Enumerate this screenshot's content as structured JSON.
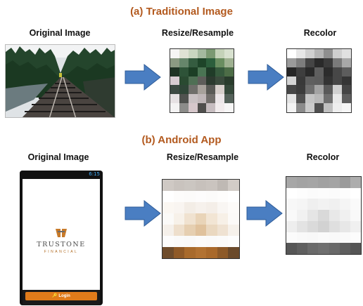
{
  "section_a": {
    "title": "(a) Traditional Image",
    "labels": [
      "Original Image",
      "Resize/Resample",
      "Recolor"
    ]
  },
  "section_b": {
    "title": "(b) Android App",
    "labels": [
      "Original Image",
      "Resize/Resample",
      "Recolor"
    ],
    "phone": {
      "status_time": "6:15",
      "logo_main": "TRUSTONE",
      "logo_sub": "FINANCIAL",
      "login_label": "Login"
    }
  },
  "colors": {
    "title": "#b35a1f",
    "arrow_fill": "#4a7ec2",
    "arrow_stroke": "#2f5c98",
    "button": "#e07b1a"
  },
  "grids": {
    "traditional_resize": [
      [
        "#f6f6f4",
        "#dfe2d4",
        "#c9d6c0",
        "#a4b99f",
        "#7b9972",
        "#c4d2b8",
        "#d8e1cf"
      ],
      [
        "#8b9a82",
        "#66866b",
        "#355c40",
        "#1e4429",
        "#2c5e3c",
        "#6a8d60",
        "#9fb191"
      ],
      [
        "#1f3324",
        "#2e5338",
        "#1c3e25",
        "#4a7453",
        "#203c28",
        "#365a3d",
        "#4d6d47"
      ],
      [
        "#d8ccd2",
        "#2a4a31",
        "#4f6f54",
        "#5e5d5a",
        "#2c3a2f",
        "#3b4b3d",
        "#293c2c"
      ],
      [
        "#3d4a43",
        "#2f4537",
        "#6f6e6a",
        "#a7a19b",
        "#5a5a56",
        "#d7cfcb",
        "#35493a"
      ],
      [
        "#e6e1e3",
        "#50524f",
        "#c9c1c3",
        "#bfb6b8",
        "#736f6c",
        "#ece6e8",
        "#55625a"
      ],
      [
        "#f4f3f3",
        "#8c8c8a",
        "#d6c7cb",
        "#504f4d",
        "#c7bdc0",
        "#f2eced",
        "#f7f6f6"
      ]
    ],
    "traditional_recolor": [
      [
        "#ffffff",
        "#e7e7e7",
        "#d0d0d0",
        "#b5b5b5",
        "#8f8f8f",
        "#cfcfcf",
        "#e1e1e1"
      ],
      [
        "#9a9a9a",
        "#7d7d7d",
        "#454545",
        "#2a2a2a",
        "#3b3b3b",
        "#7a7a7a",
        "#a8a8a8"
      ],
      [
        "#262626",
        "#3e3e3e",
        "#2a2a2a",
        "#5f5f5f",
        "#2c2c2c",
        "#474747",
        "#5d5d5d"
      ],
      [
        "#d4d4d4",
        "#393939",
        "#5f5f5f",
        "#5d5d5d",
        "#333333",
        "#474747",
        "#353535"
      ],
      [
        "#464646",
        "#3b3b3b",
        "#6e6e6e",
        "#a3a3a3",
        "#595959",
        "#d0d0d0",
        "#454545"
      ],
      [
        "#e4e4e4",
        "#505050",
        "#c4c4c4",
        "#b9b9b9",
        "#6f6f6f",
        "#e8e8e8",
        "#5e5e5e"
      ],
      [
        "#f3f3f3",
        "#8b8b8b",
        "#cbcbcb",
        "#4f4f4f",
        "#c0c0c0",
        "#eeeeee",
        "#f6f6f6"
      ]
    ],
    "android_resize": [
      [
        "#cfc9c4",
        "#c9c3be",
        "#cbc6c1",
        "#c7c1bc",
        "#cac4bf",
        "#bfb9b4",
        "#d2ccc7"
      ],
      [
        "#ffffff",
        "#fdfcfb",
        "#fcfbfa",
        "#fdfcfc",
        "#fcfbfa",
        "#fefdfc",
        "#ffffff"
      ],
      [
        "#fbf7f2",
        "#f9f5f1",
        "#f3ede6",
        "#f6f1ec",
        "#f4eee8",
        "#f9f6f3",
        "#fdfbf9"
      ],
      [
        "#fbfaf8",
        "#f7f1e9",
        "#f0e2d0",
        "#e9d4b8",
        "#f2e5d4",
        "#f7f0e7",
        "#fcfaf8"
      ],
      [
        "#f5f0ea",
        "#eedfcc",
        "#e6cfb1",
        "#e0c29d",
        "#ead8c0",
        "#efe2d2",
        "#f6f1eb"
      ],
      [
        "#fcfcfc",
        "#fafafa",
        "#f9f9f9",
        "#fbfbfb",
        "#fafafa",
        "#fbfbfb",
        "#fdfdfd"
      ],
      [
        "#6e4c2c",
        "#8f5a28",
        "#a86a2c",
        "#b27232",
        "#a9692b",
        "#8d5a29",
        "#6b4a2b"
      ]
    ],
    "android_recolor": [
      [
        "#a7a7a7",
        "#a3a3a3",
        "#a5a5a5",
        "#a1a1a1",
        "#a4a4a4",
        "#9b9b9b",
        "#adadad"
      ],
      [
        "#ffffff",
        "#fdfdfd",
        "#fbfbfb",
        "#fcfcfc",
        "#fbfbfb",
        "#fdfdfd",
        "#ffffff"
      ],
      [
        "#f7f7f7",
        "#f5f5f5",
        "#efefef",
        "#f2f2f2",
        "#f0f0f0",
        "#f5f5f5",
        "#fafafa"
      ],
      [
        "#f9f9f9",
        "#f1f1f1",
        "#e5e5e5",
        "#d9d9d9",
        "#e8e8e8",
        "#f0f0f0",
        "#f9f9f9"
      ],
      [
        "#eeeeee",
        "#e3e3e3",
        "#dadada",
        "#d2d2d2",
        "#dfdfdf",
        "#e7e7e7",
        "#f0f0f0"
      ],
      [
        "#fbfbfb",
        "#f9f9f9",
        "#f8f8f8",
        "#fafafa",
        "#f9f9f9",
        "#fafafa",
        "#fcfcfc"
      ],
      [
        "#565656",
        "#5f5f5f",
        "#6a6a6a",
        "#6f6f6f",
        "#696969",
        "#5e5e5e",
        "#555555"
      ]
    ]
  }
}
